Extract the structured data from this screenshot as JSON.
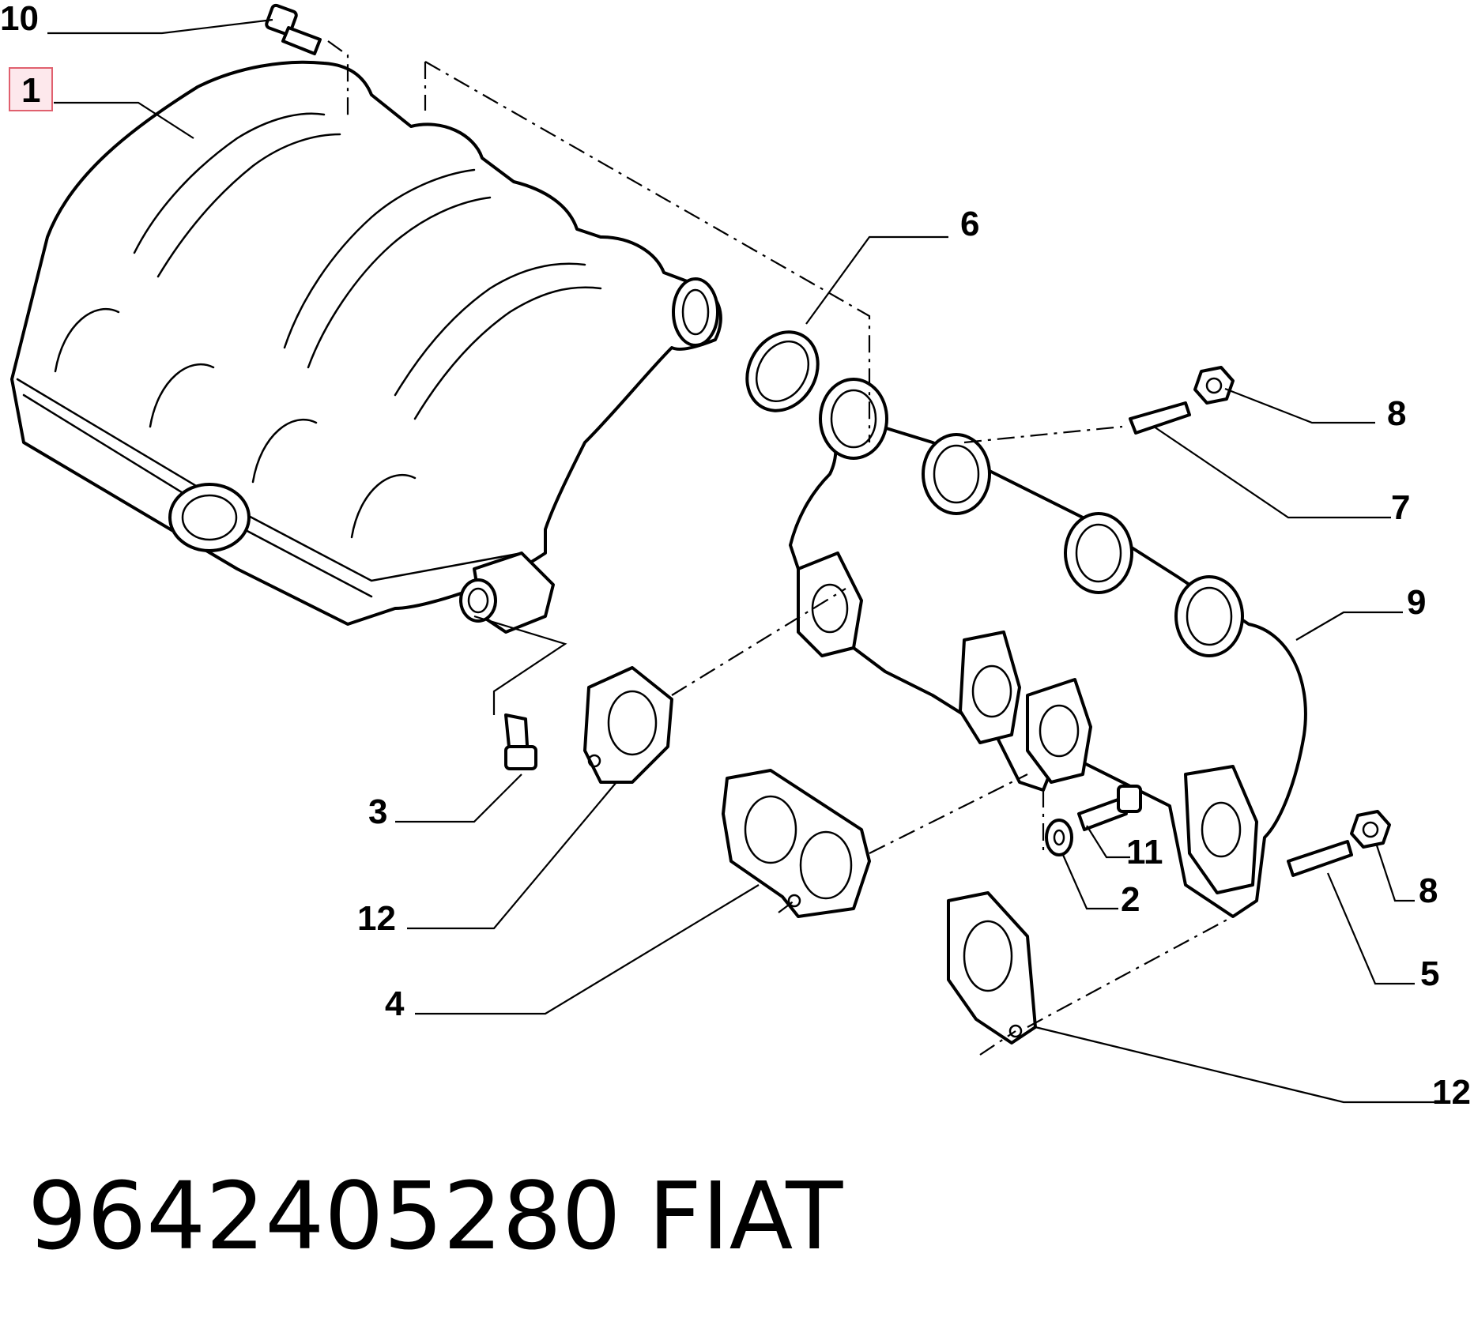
{
  "callouts": [
    {
      "id": "c10a",
      "label": "10"
    },
    {
      "id": "c1",
      "label": "1"
    },
    {
      "id": "c6",
      "label": "6"
    },
    {
      "id": "c8a",
      "label": "8"
    },
    {
      "id": "c7",
      "label": "7"
    },
    {
      "id": "c9",
      "label": "9"
    },
    {
      "id": "c3",
      "label": "3"
    },
    {
      "id": "c11",
      "label": "11"
    },
    {
      "id": "c2",
      "label": "2"
    },
    {
      "id": "c12a",
      "label": "12"
    },
    {
      "id": "c8b",
      "label": "8"
    },
    {
      "id": "c4",
      "label": "4"
    },
    {
      "id": "c5",
      "label": "5"
    },
    {
      "id": "c12b",
      "label": "12"
    }
  ],
  "highlighted_callout": "1",
  "caption": {
    "part_number": "9642405280",
    "brand": "FIAT"
  },
  "colors": {
    "line": "#000000",
    "background": "#ffffff",
    "highlight_fill": "#fde8ec",
    "highlight_border": "#e0606e"
  }
}
